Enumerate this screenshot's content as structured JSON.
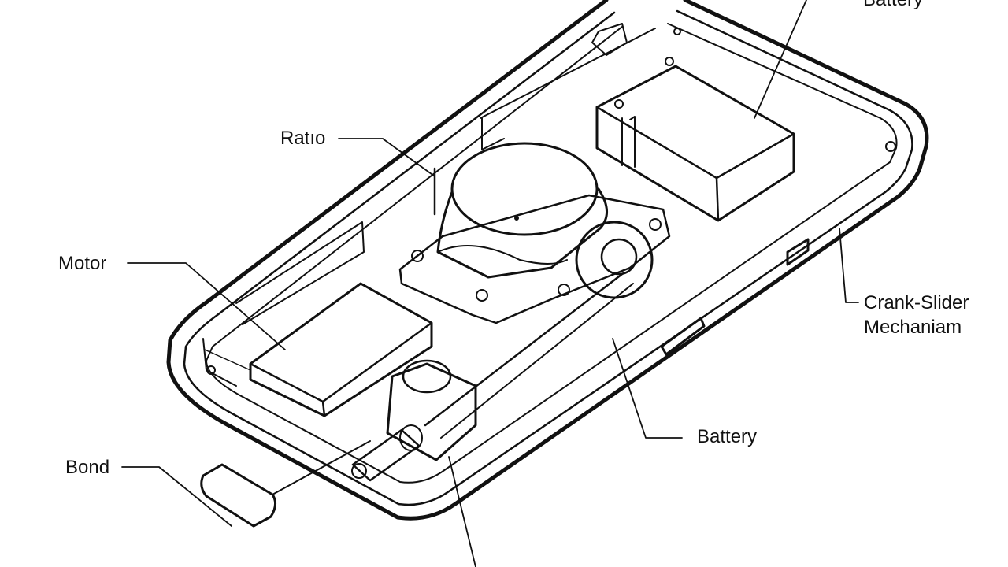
{
  "labels": {
    "battery_top": "Battery",
    "ratio": "Ratıo",
    "motor": "Motor",
    "crank_line1": "Crank-Slider",
    "crank_line2": "Mechaniam",
    "battery_bottom": "Battery",
    "bond": "Bond"
  },
  "colors": {
    "line": "#111111",
    "background": "#ffffff"
  }
}
